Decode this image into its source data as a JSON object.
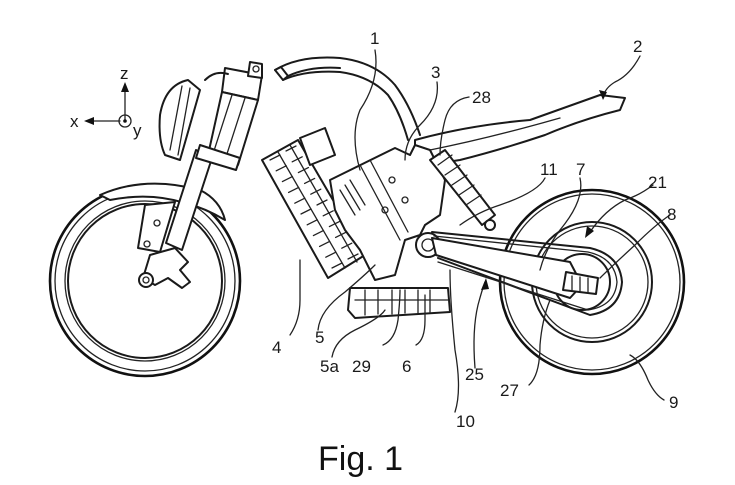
{
  "figure": {
    "caption": "Fig. 1",
    "subject": "electric motorcycle patent drawing, side view"
  },
  "axes": {
    "x_label": "x",
    "y_label": "y",
    "z_label": "z"
  },
  "reference_labels": [
    {
      "id": "1",
      "text": "1"
    },
    {
      "id": "2",
      "text": "2"
    },
    {
      "id": "3",
      "text": "3"
    },
    {
      "id": "28",
      "text": "28"
    },
    {
      "id": "11",
      "text": "11"
    },
    {
      "id": "7",
      "text": "7"
    },
    {
      "id": "21",
      "text": "21"
    },
    {
      "id": "8",
      "text": "8"
    },
    {
      "id": "4",
      "text": "4"
    },
    {
      "id": "5",
      "text": "5"
    },
    {
      "id": "5a",
      "text": "5a"
    },
    {
      "id": "29",
      "text": "29"
    },
    {
      "id": "6",
      "text": "6"
    },
    {
      "id": "25",
      "text": "25"
    },
    {
      "id": "10",
      "text": "10"
    },
    {
      "id": "27",
      "text": "27"
    },
    {
      "id": "9",
      "text": "9"
    }
  ]
}
